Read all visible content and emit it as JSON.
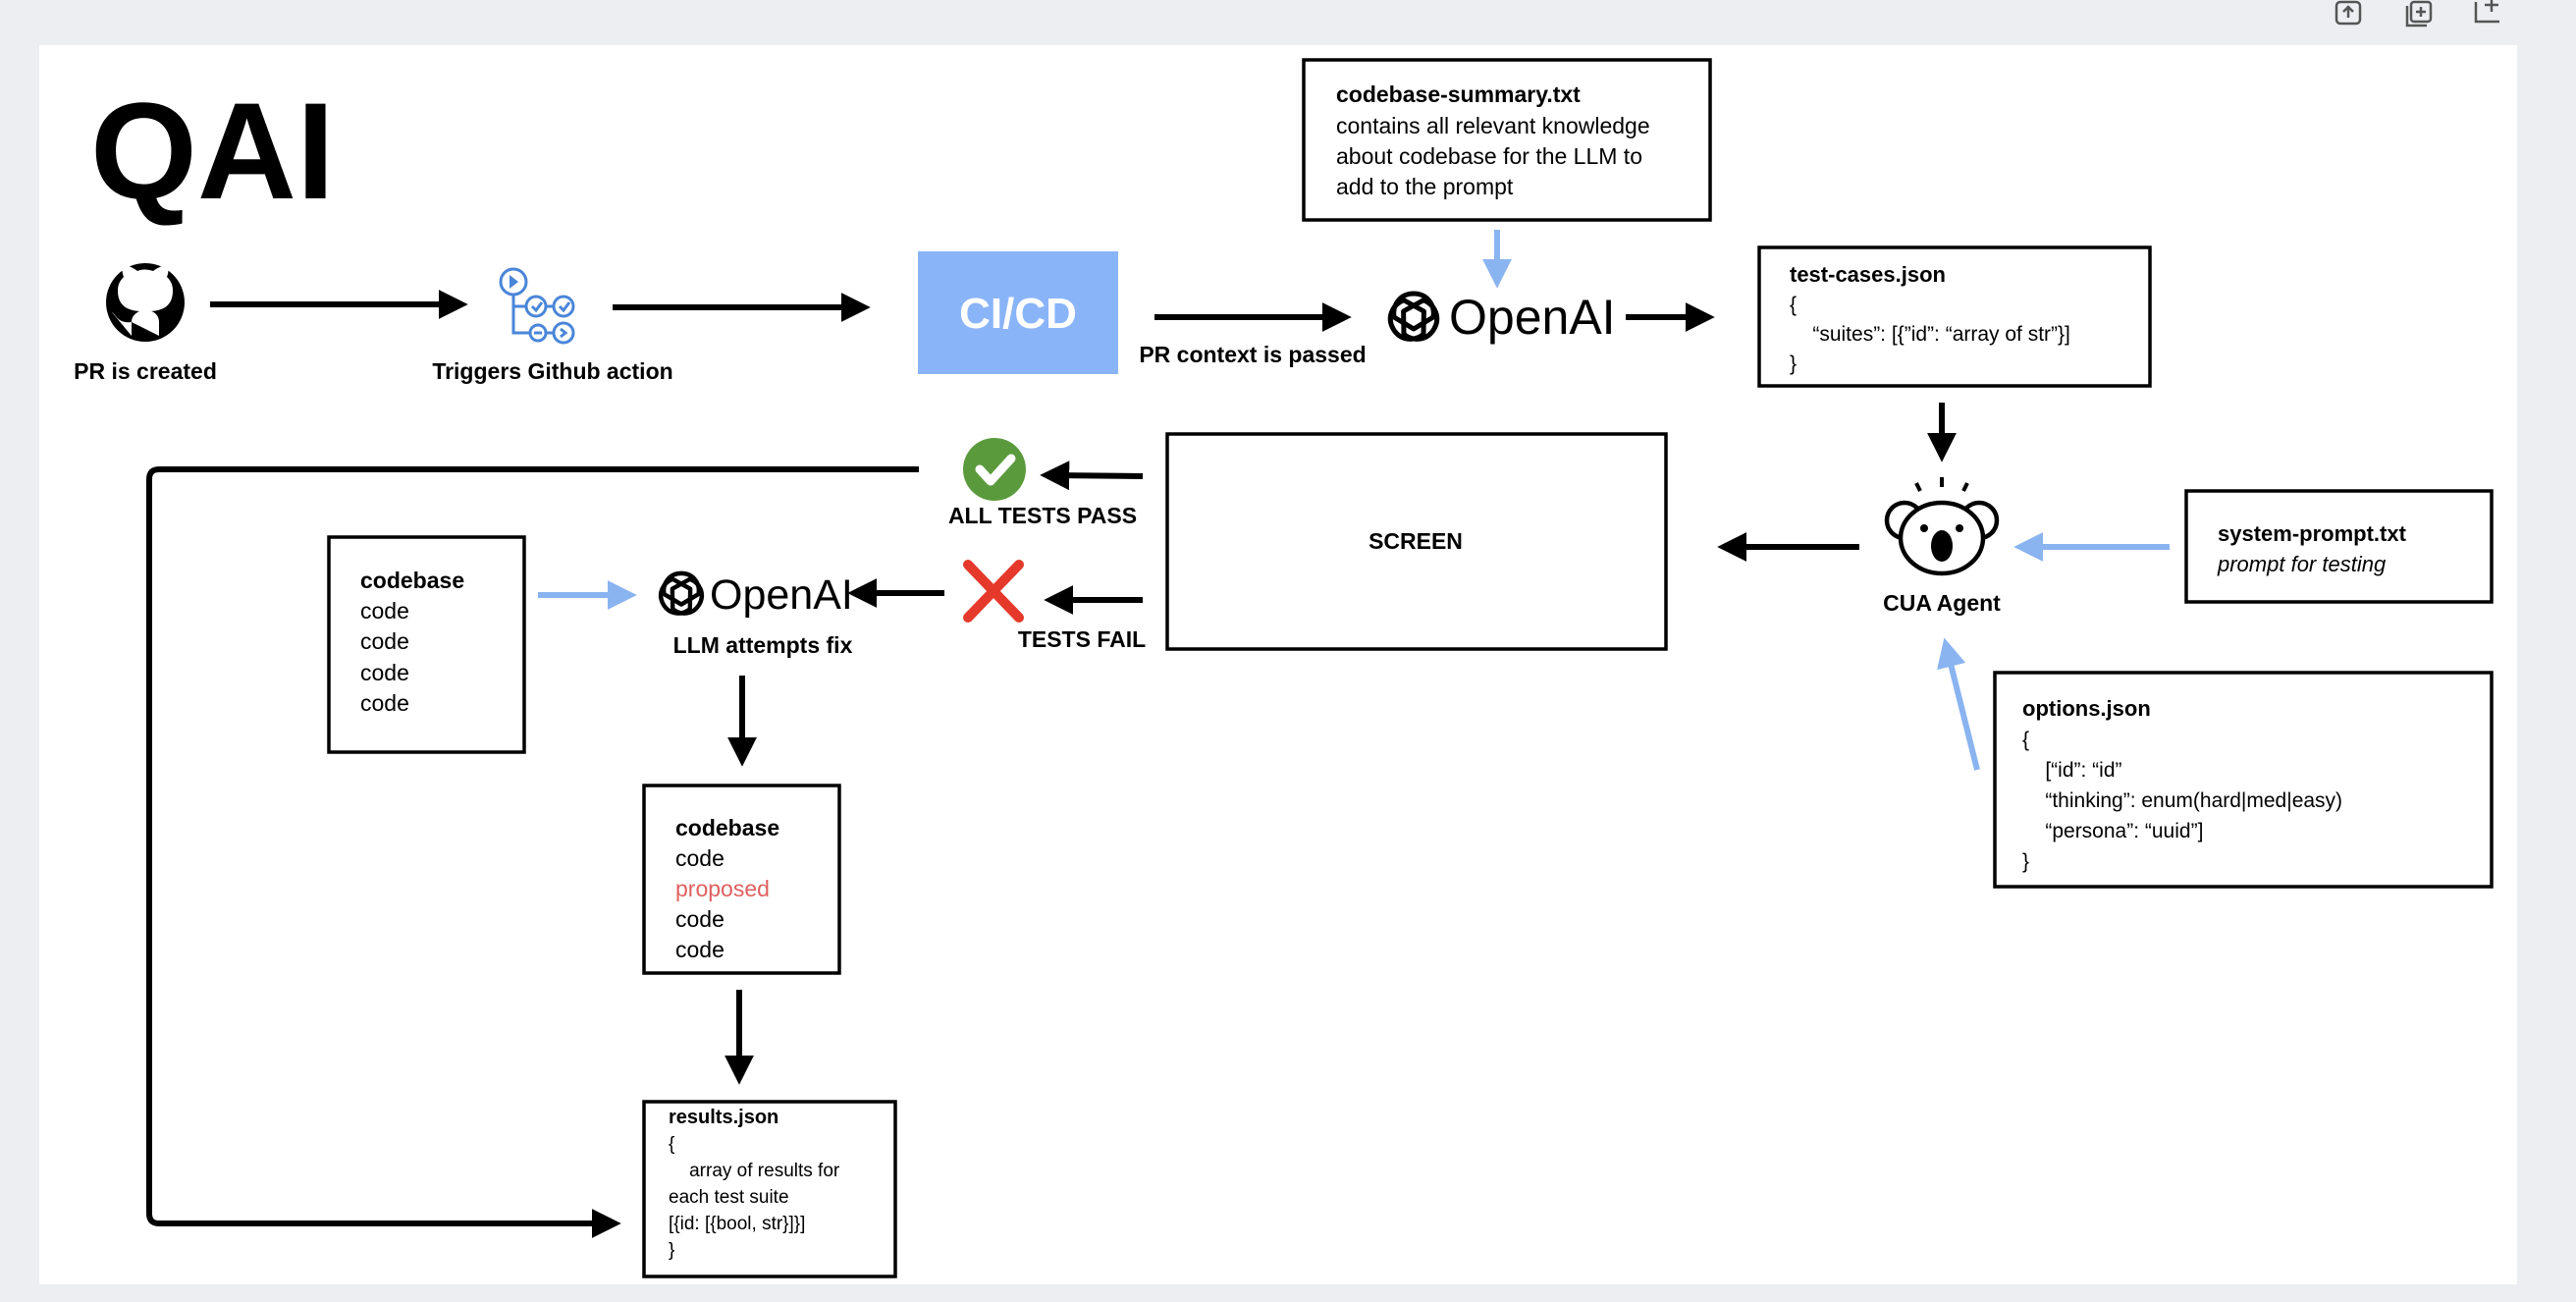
{
  "title": "QAI",
  "nodes": {
    "pr_created": "PR is created",
    "triggers_action": "Triggers Github action",
    "cicd": "CI/CD",
    "pr_context": "PR context is passed",
    "openai_wordmark": "OpenAI",
    "codebase_summary": {
      "title": "codebase-summary.txt",
      "lines": [
        "contains all relevant knowledge",
        "about codebase for the LLM to",
        "add to the prompt"
      ]
    },
    "test_cases": {
      "title": "test-cases.json",
      "lines": [
        "{",
        "    “suites”: [{”id”: “array of str”}]",
        "}"
      ]
    },
    "cua_agent": "CUA Agent",
    "system_prompt": {
      "title": "system-prompt.txt",
      "subtitle": "prompt for testing"
    },
    "options": {
      "title": "options.json",
      "lines": [
        "{",
        "    [“id”: “id”",
        "    “thinking”: enum(hard|med|easy)",
        "    “persona”: “uuid”]",
        "}"
      ]
    },
    "screen": "SCREEN",
    "all_tests_pass": "ALL TESTS PASS",
    "tests_fail": "TESTS FAIL",
    "llm_attempts_fix": "LLM attempts fix",
    "codebase": {
      "title": "codebase",
      "lines": [
        "code",
        "code",
        "code",
        "code"
      ]
    },
    "codebase_proposed": {
      "title": "codebase",
      "lines": [
        "code",
        "proposed",
        "code",
        "code"
      ]
    },
    "results": {
      "title": "results.json",
      "lines": [
        "{",
        "    array of results for",
        "each test suite",
        "[{id: [{bool, str}]}]",
        "}"
      ]
    }
  },
  "icons": {
    "github": "github-icon",
    "actions": "github-actions-icon",
    "openai": "openai-icon",
    "koala": "koala-agent-icon",
    "check": "check-circle-icon",
    "cross": "x-icon"
  },
  "colors": {
    "canvas": "#ffffff",
    "page_bg": "#eceef2",
    "cicd_fill": "#8ab4f8",
    "blue_arrow": "#8ab4f0",
    "check_green": "#5a9a3c",
    "cross_red": "#e5392b",
    "proposed_red": "#e06060",
    "action_blue": "#4a86d8"
  }
}
